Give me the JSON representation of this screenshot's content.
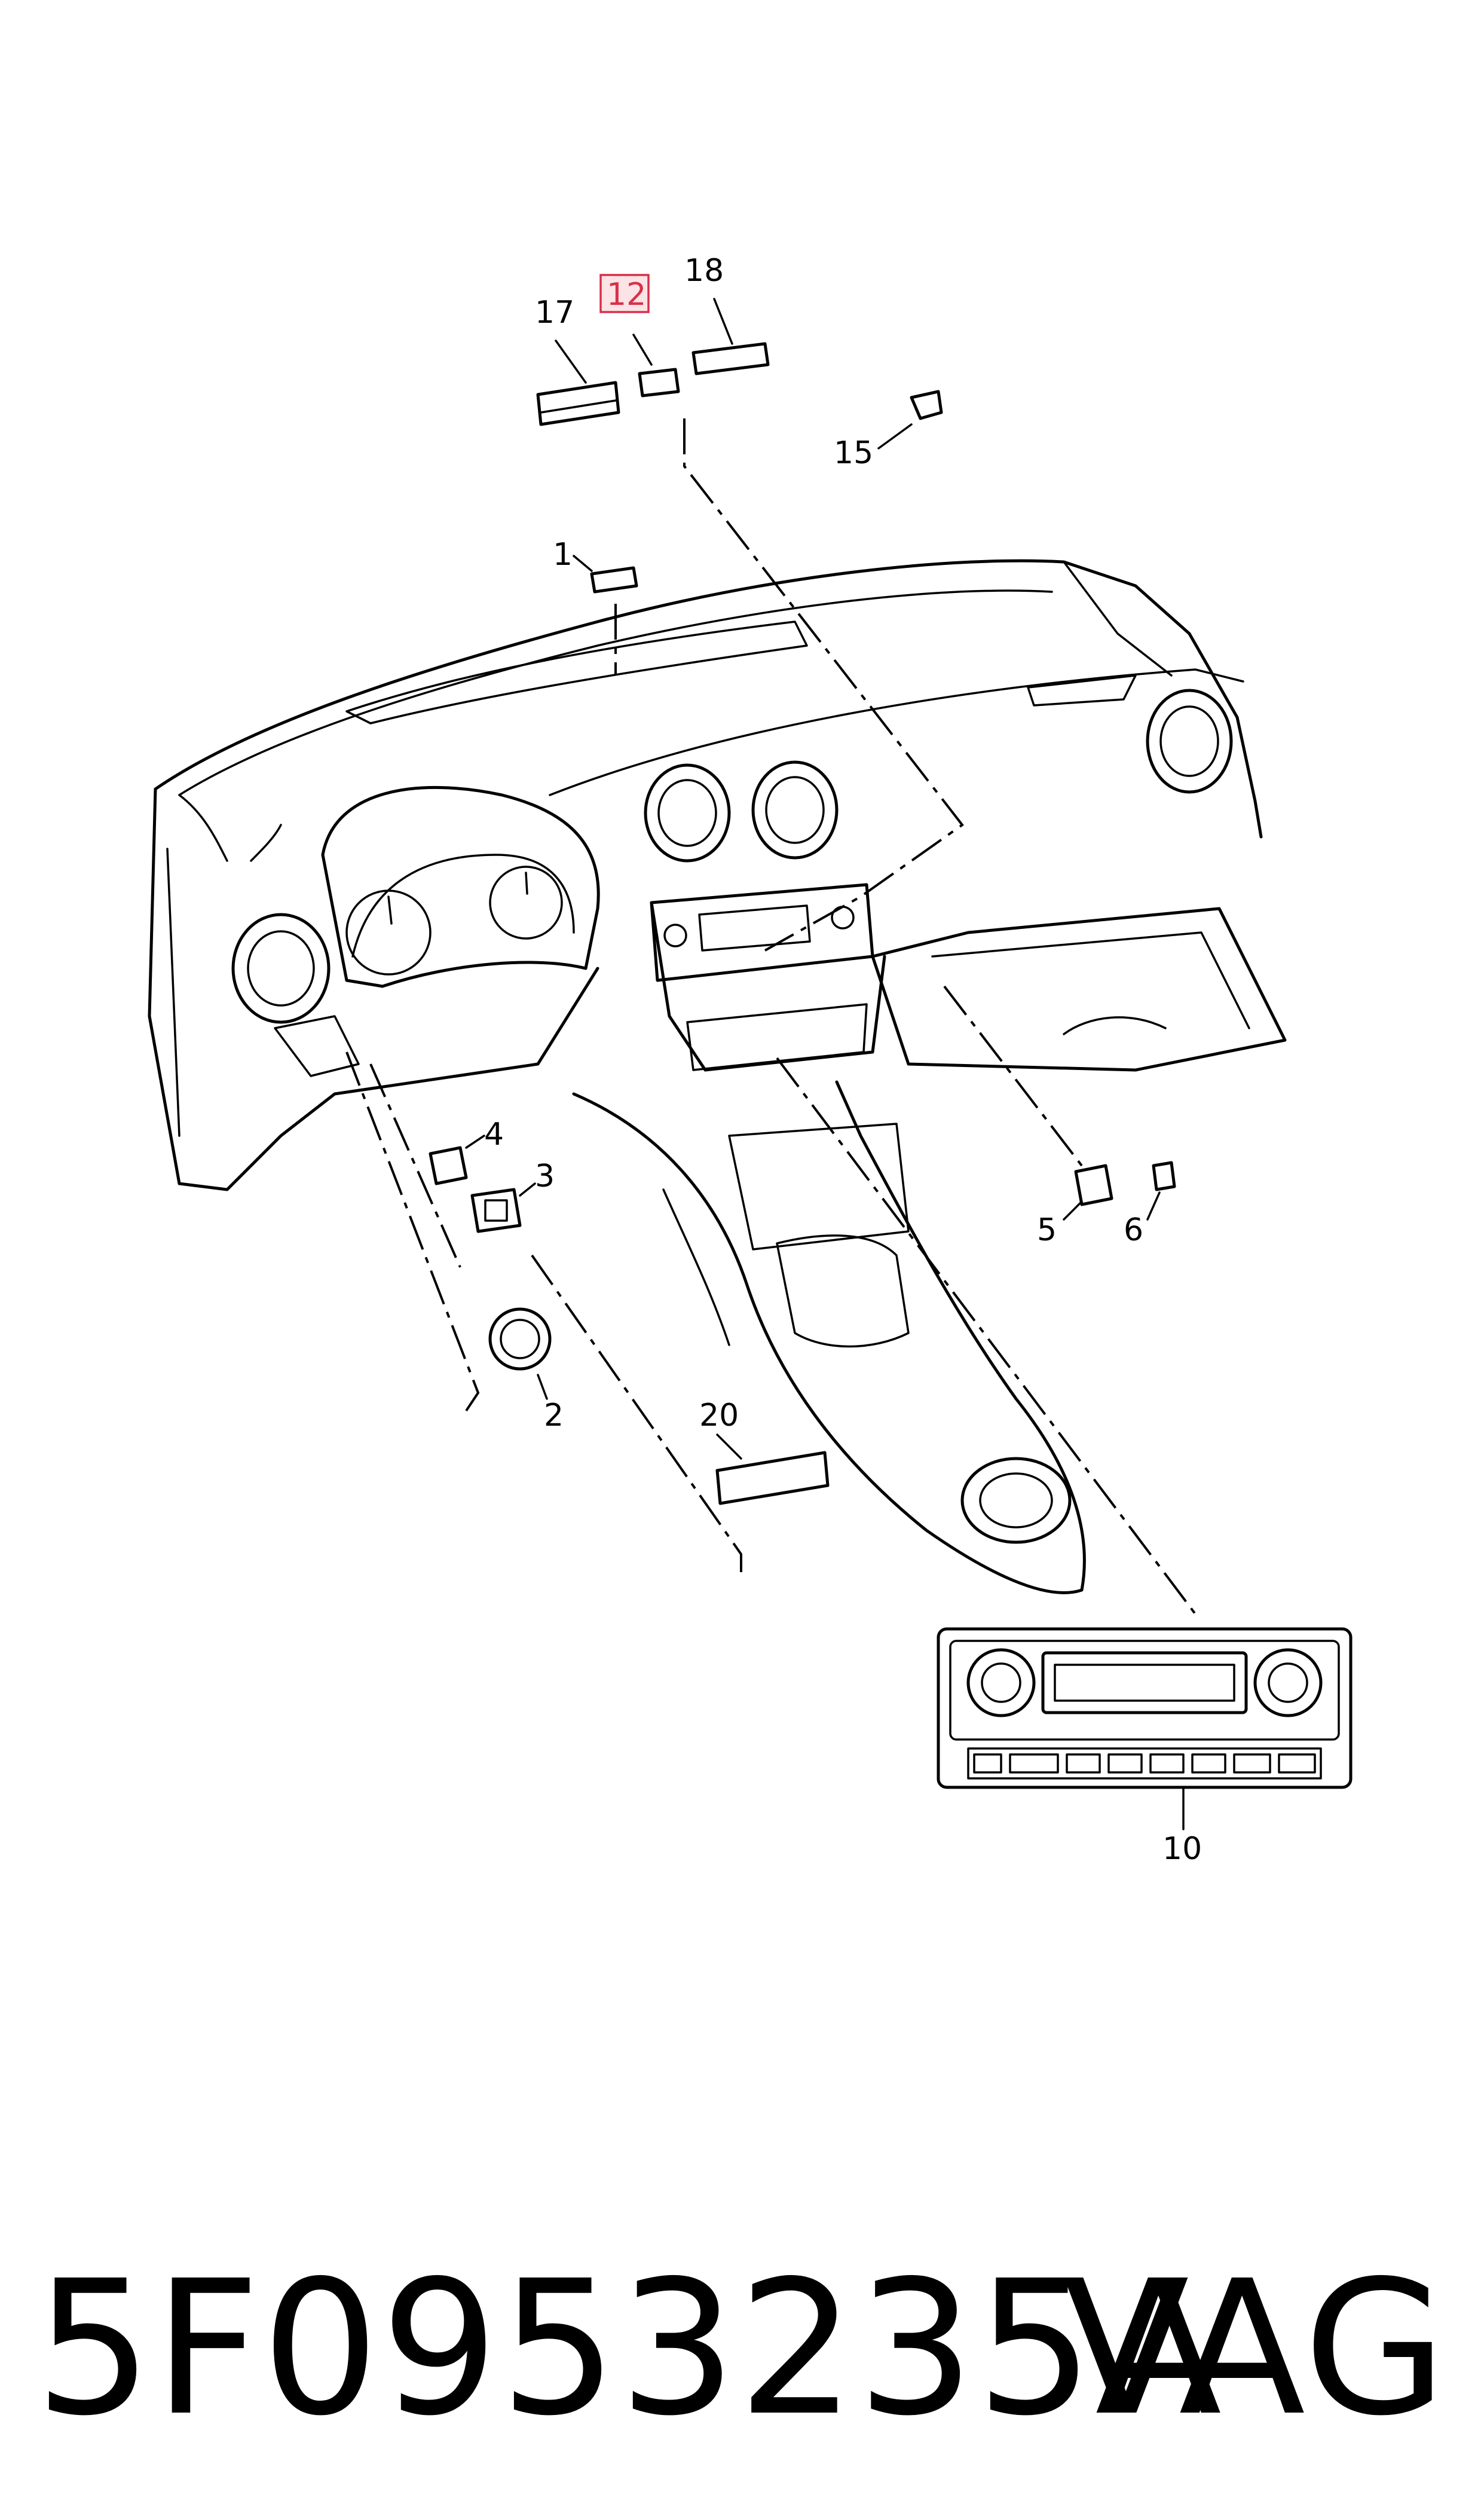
{
  "callouts": {
    "c1": "1",
    "c2": "2",
    "c3": "3",
    "c4": "4",
    "c5": "5",
    "c6": "6",
    "c10": "10",
    "c12": "12",
    "c15": "15",
    "c17": "17",
    "c18": "18",
    "c20": "20"
  },
  "highlighted_callout": "12",
  "colors": {
    "line": "#000000",
    "highlight_border": "#d9304a",
    "highlight_fill": "#fbe3e6",
    "background": "#ffffff"
  },
  "footer": {
    "part_number": "5F0953235A",
    "brand": "VAG"
  }
}
